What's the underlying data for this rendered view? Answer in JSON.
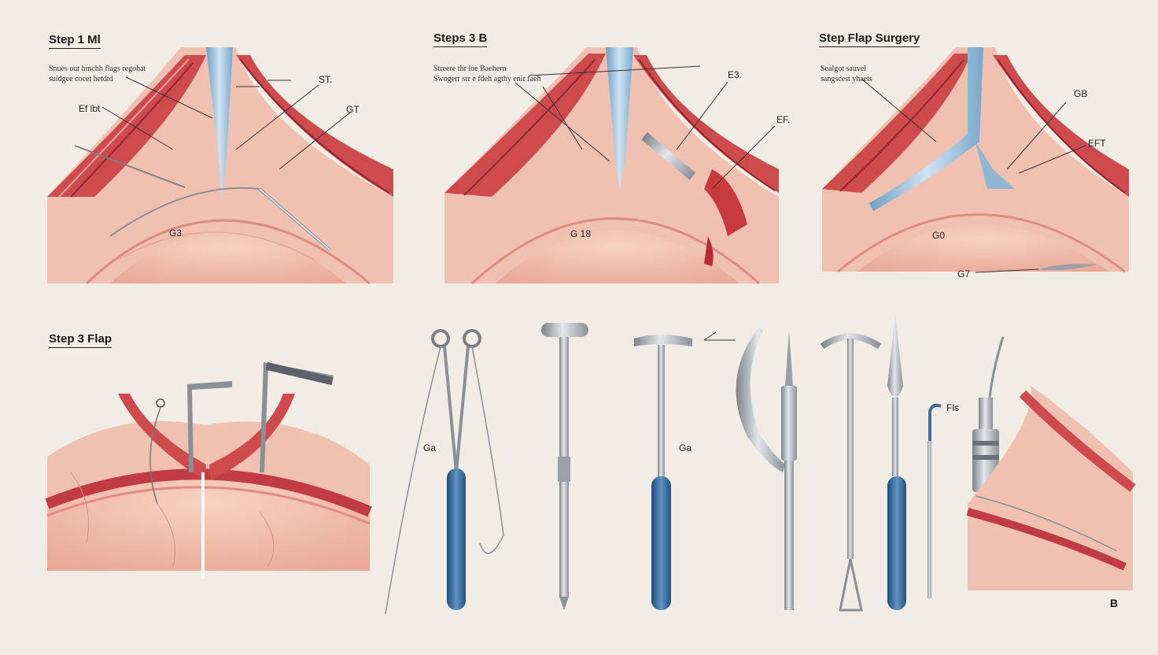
{
  "panels": {
    "step1": {
      "title": "Step 1 Ml",
      "note_line1": "Snues out hmchh flags regohat",
      "note_line2": "suidgee cocet hetdtd",
      "labels": {
        "st": "ST.",
        "gt": "GT",
        "ef": "Ef lbt",
        "g3": "G3"
      }
    },
    "step2": {
      "title": "Steps 3 B",
      "note_line1": "Streere thr loe Baehern",
      "note_line2": "Swogerr srr e fdeh agthy enir faeh",
      "labels": {
        "e3": "E3.",
        "ef": "EF.",
        "g18": "G 18"
      }
    },
    "step3": {
      "title": "Step  Flap Surgery",
      "note_line1": "Sealgot sauvel",
      "note_line2": "sangscest yhaets",
      "labels": {
        "gb": "GB",
        "eft": "EFT",
        "g0": "G0",
        "g7": "G7"
      }
    },
    "step4": {
      "title": "Step 3 Flap"
    }
  },
  "instrument_labels": {
    "left_ga": "Ga",
    "mid_ga": "Ga",
    "fls": "Fls"
  },
  "corner_label": "B",
  "colors": {
    "background": "#f1ece4",
    "tissue_red": "#cf4a4c",
    "tissue_pink": "#f0b8a6",
    "fascia_blue": "#8fb6d3",
    "handle_blue": "#3e6e9a",
    "steel": "#b7bcc2"
  }
}
